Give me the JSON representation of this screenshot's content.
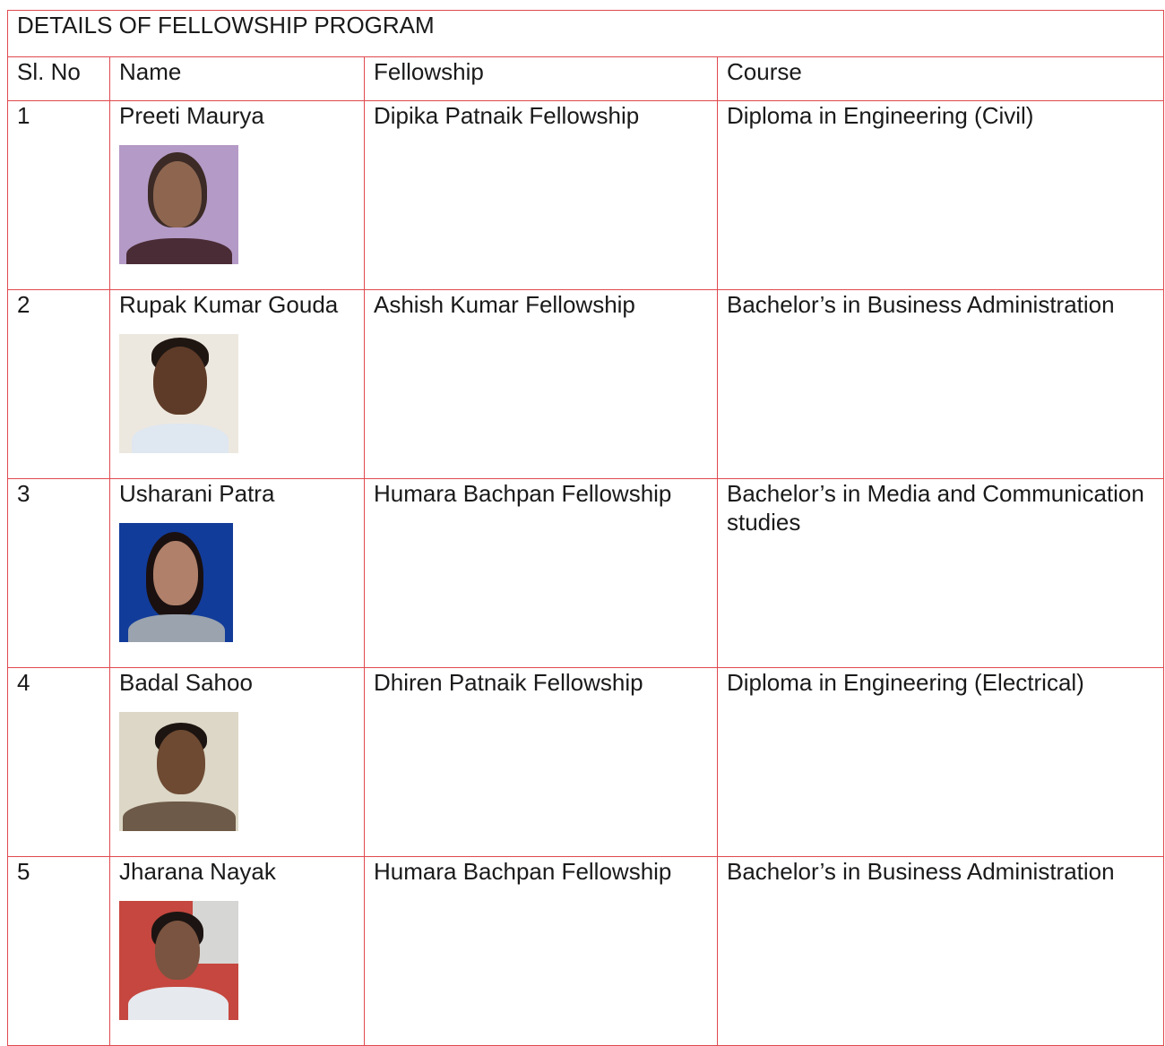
{
  "table": {
    "title": "DETAILS OF FELLOWSHIP PROGRAM",
    "headers": {
      "sl_no": "Sl. No",
      "name": "Name",
      "fellowship": "Fellowship",
      "course": "Course"
    },
    "rows": [
      {
        "sl_no": "1",
        "name": "Preeti Maurya",
        "fellowship": "Dipika Patnaik Fellowship",
        "course": "Diploma in Engineering (Civil)"
      },
      {
        "sl_no": "2",
        "name": "Rupak Kumar Gouda",
        "fellowship": "Ashish Kumar Fellowship",
        "course": "Bachelor’s in Business Administration"
      },
      {
        "sl_no": "3",
        "name": "Usharani Patra",
        "fellowship": "Humara Bachpan Fellowship",
        "course": "Bachelor’s in Media and Communication studies"
      },
      {
        "sl_no": "4",
        "name": "Badal Sahoo",
        "fellowship": "Dhiren Patnaik Fellowship",
        "course": "Diploma in Engineering (Electrical)"
      },
      {
        "sl_no": "5",
        "name": "Jharana Nayak",
        "fellowship": "Humara Bachpan Fellowship",
        "course": "Bachelor’s in Business Administration"
      }
    ]
  },
  "colors": {
    "border": "#e0494f"
  }
}
